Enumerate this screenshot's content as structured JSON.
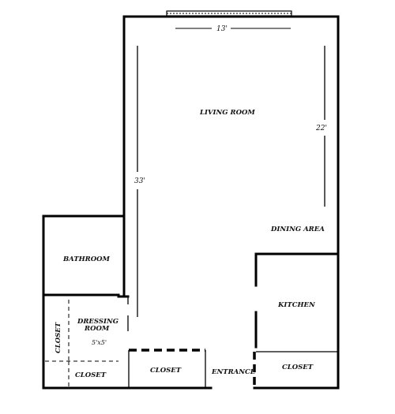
{
  "rooms": {
    "living_room": "LIVING ROOM",
    "dining_area": "DINING AREA",
    "bathroom": "BATHROOM",
    "kitchen": "KITCHEN",
    "dressing_room_line1": "DRESSING",
    "dressing_room_line2": "ROOM",
    "closet_vertical": "CLOSET",
    "closet_bottom_left": "CLOSET",
    "closet_bottom_middle": "CLOSET",
    "closet_kitchen": "CLOSET",
    "entrance": "ENTRANCE"
  },
  "dimensions": {
    "width_top": "13'",
    "length_right": "22'",
    "length_left": "33'",
    "dressing_size": "5'x5'"
  }
}
